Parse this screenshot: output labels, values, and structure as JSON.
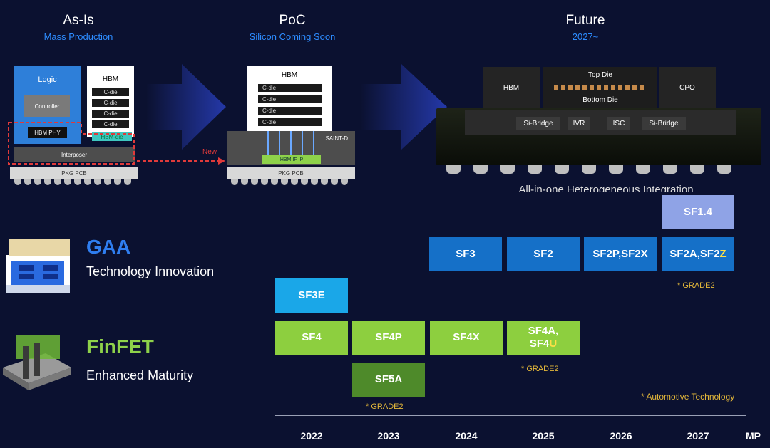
{
  "stages": {
    "asis": {
      "title": "As-Is",
      "subtitle": "Mass Production"
    },
    "poc": {
      "title": "PoC",
      "subtitle": "Silicon Coming Soon"
    },
    "future": {
      "title": "Future",
      "subtitle": "2027~"
    }
  },
  "asis_diagram": {
    "logic": "Logic",
    "controller": "Controller",
    "hbm_phy": "HBM PHY",
    "hbm": "HBM",
    "cdie": "C-die",
    "hbm_die": "HBM-die",
    "interposer": "Interposer",
    "pcb": "PKG PCB",
    "new_label": "New"
  },
  "poc_diagram": {
    "hbm": "HBM",
    "cdie": "C-die",
    "saint": "SAINT-D",
    "hbm_if": "HBM IF IP",
    "pcb": "PKG PCB"
  },
  "future_diagram": {
    "hbm": "HBM",
    "top_die": "Top Die",
    "bottom_die": "Bottom Die",
    "cpo": "CPO",
    "si_bridge_l": "Si-Bridge",
    "ivr": "IVR",
    "isc": "ISC",
    "si_bridge_r": "Si-Bridge",
    "caption": "All-in-one Heterogeneous Integration"
  },
  "legend": {
    "gaa": {
      "title": "GAA",
      "subtitle": "Technology Innovation"
    },
    "finfet": {
      "title": "FinFET",
      "subtitle": "Enhanced Maturity"
    }
  },
  "roadmap": {
    "sf14": "SF1.4",
    "sf3": "SF3",
    "sf2": "SF2",
    "sf2p": "SF2P,SF2X",
    "sf2a_main": "SF2A,SF2",
    "sf2a_hl": "Z",
    "sf3e": "SF3E",
    "sf4": "SF4",
    "sf4p": "SF4P",
    "sf4x": "SF4X",
    "sf4a_l1": "SF4A,",
    "sf4a_l2": "SF4",
    "sf4a_hl": "U",
    "sf5a": "SF5A",
    "grade2": "* GRADE2",
    "automotive": "* Automotive Technology"
  },
  "years": [
    "2022",
    "2023",
    "2024",
    "2025",
    "2026",
    "2027"
  ],
  "mp_label": "MP",
  "colors": {
    "background": "#0b1130",
    "accent_blue": "#2d8cff",
    "gaa_blue": "#1570c8",
    "finfet_green": "#8dcf3f",
    "note_gold": "#e4b83a"
  }
}
